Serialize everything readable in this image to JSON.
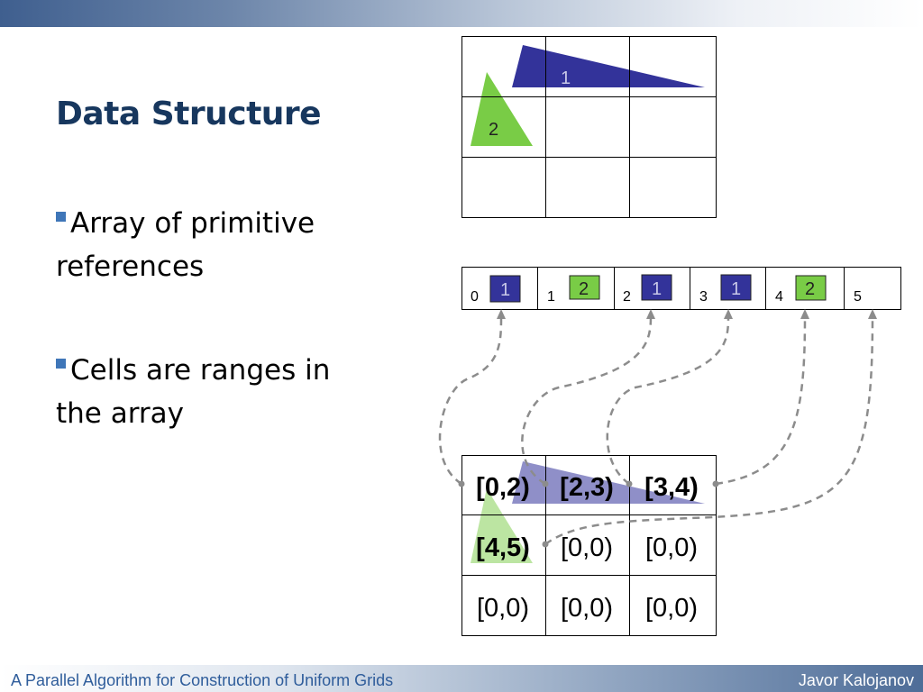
{
  "slide": {
    "title": "Data Structure",
    "bullets": [
      "Array of primitive references",
      "Cells are ranges in the array"
    ]
  },
  "footer": {
    "left": "A Parallel Algorithm for Construction of Uniform Grids",
    "right": "Javor Kalojanov"
  },
  "colors": {
    "primitive_1": "#33339a",
    "primitive_2": "#79cc46",
    "title": "#17375e",
    "bullet_marker": "#3f76b8",
    "arrow": "#8c8c8c"
  },
  "grid_top": {
    "rows": 3,
    "cols": 3,
    "primitives": [
      {
        "label": "1",
        "shape": "triangle",
        "color": "primitive_1"
      },
      {
        "label": "2",
        "shape": "triangle",
        "color": "primitive_2"
      }
    ]
  },
  "reference_array": {
    "slots": [
      {
        "index": "0",
        "ref": "1"
      },
      {
        "index": "1",
        "ref": "2"
      },
      {
        "index": "2",
        "ref": "1"
      },
      {
        "index": "3",
        "ref": "1"
      },
      {
        "index": "4",
        "ref": "2"
      },
      {
        "index": "5",
        "ref": null
      }
    ]
  },
  "cell_ranges": {
    "rows": [
      [
        {
          "text": "[0,2)",
          "bold": true
        },
        {
          "text": "[2,3)",
          "bold": true
        },
        {
          "text": "[3,4)",
          "bold": true
        }
      ],
      [
        {
          "text": "[4,5)",
          "bold": true
        },
        {
          "text": "[0,0)",
          "bold": false
        },
        {
          "text": "[0,0)",
          "bold": false
        }
      ],
      [
        {
          "text": "[0,0)",
          "bold": false
        },
        {
          "text": "[0,0)",
          "bold": false
        },
        {
          "text": "[0,0)",
          "bold": false
        }
      ]
    ]
  }
}
